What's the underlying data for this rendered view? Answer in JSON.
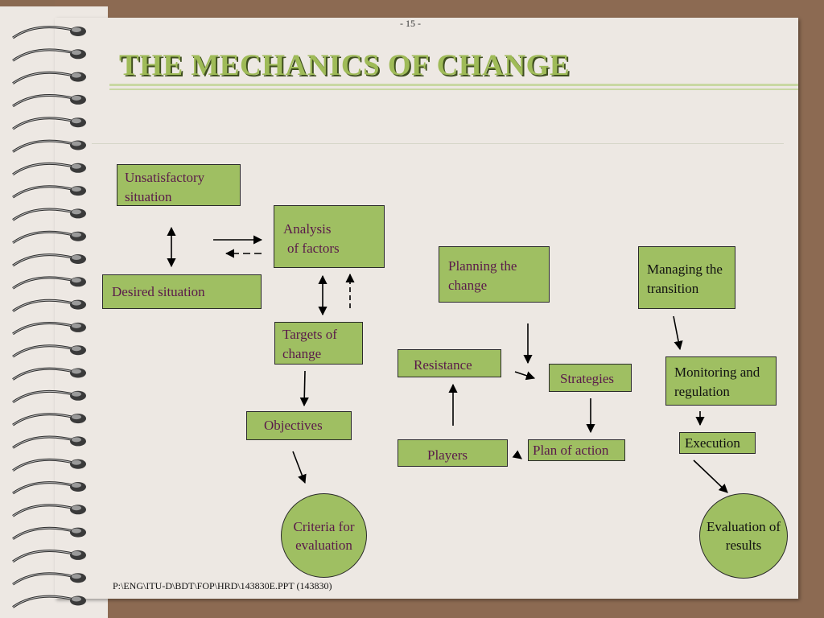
{
  "page_number": "- 15 -",
  "title": "THE MECHANICS OF CHANGE",
  "footer": "P:\\ENG\\ITU-D\\BDT\\FOP\\HRD\\143830E.PPT (143830)",
  "nodes": {
    "unsatisfactory": "Unsatisfactory situation",
    "desired": "Desired situation",
    "analysis_line1": "Analysis",
    "analysis_line2": "of factors",
    "targets": "Targets of change",
    "objectives": "Objectives",
    "criteria": "Criteria for evaluation",
    "planning": "Planning the change",
    "resistance": "Resistance",
    "strategies": "Strategies",
    "players": "Players",
    "plan_of_action": "Plan of action",
    "managing": "Managing the transition",
    "monitoring": "Monitoring and regulation",
    "execution": "Execution",
    "evaluation": "Evaluation of results"
  },
  "colors": {
    "box_fill": "#9fbf62",
    "box_text": "#5a1a4a",
    "title": "#9fbb58",
    "background": "#ede8e3",
    "border": "#8c6a52"
  }
}
